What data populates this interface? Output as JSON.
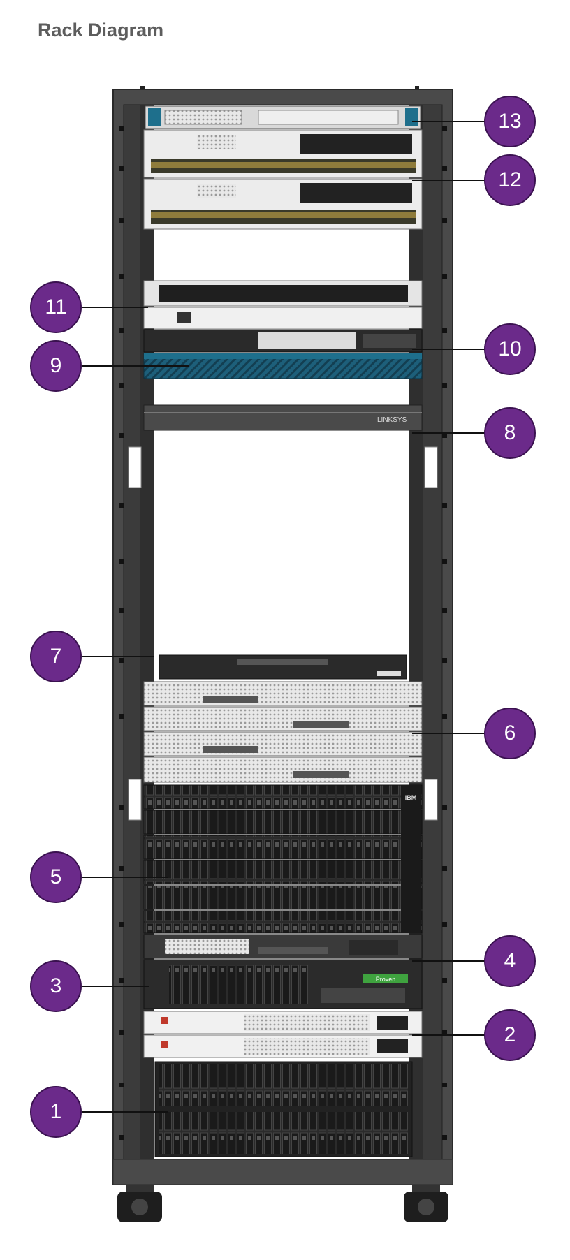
{
  "title": "Rack Diagram",
  "callouts": [
    {
      "number": "1"
    },
    {
      "number": "2"
    },
    {
      "number": "3"
    },
    {
      "number": "4"
    },
    {
      "number": "5"
    },
    {
      "number": "6"
    },
    {
      "number": "7"
    },
    {
      "number": "8"
    },
    {
      "number": "9"
    },
    {
      "number": "10"
    },
    {
      "number": "11"
    },
    {
      "number": "12"
    },
    {
      "number": "13"
    }
  ],
  "device_labels": {
    "server_brand": "IBM",
    "kvm_label": "LINKSYS",
    "storage_label": "Proven"
  },
  "colors": {
    "callout_fill": "#6b2a8a",
    "rack_frame": "#4a4a4a",
    "accent_blue": "#1e6f8c"
  }
}
